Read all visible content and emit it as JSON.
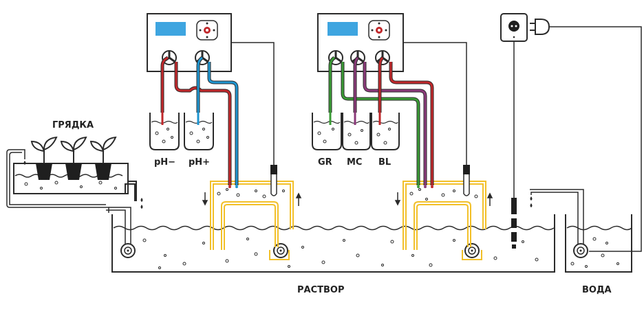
{
  "labels": {
    "garden": "ГРЯДКА",
    "solution": "РАСТВОР",
    "water": "ВОДА",
    "ph_minus": "pH−",
    "ph_plus": "pH+",
    "gr": "GR",
    "mc": "MC",
    "bl": "BL"
  },
  "colors": {
    "outline": "#2b2b2b",
    "red": "#c0282b",
    "blue": "#1f95d0",
    "green": "#3a9b35",
    "purple": "#8b3a7a",
    "yellow": "#f2c029",
    "screen": "#3ea5e0",
    "water_line": "#2b2b2b"
  }
}
